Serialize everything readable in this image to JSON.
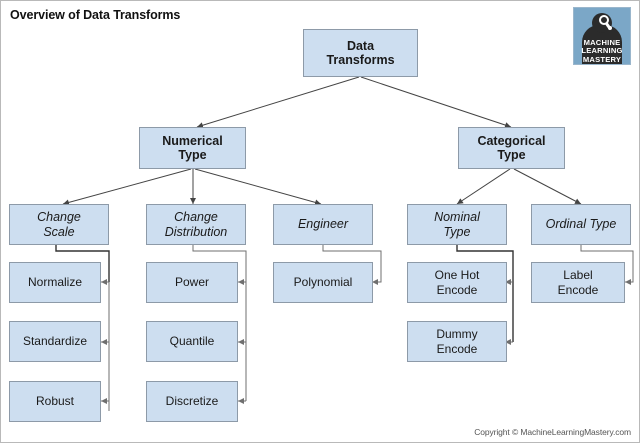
{
  "page": {
    "title": "Overview of Data Transforms",
    "copyright": "Copyright © MachineLearningMastery.com",
    "background": "#ffffff",
    "node_fill": "#cddef0",
    "node_border": "#8d9aa8",
    "connector_color": "#6f6f6f"
  },
  "logo": {
    "name": "machine-learning-mastery-logo",
    "line1": "MACHINE",
    "line2": "LEARNING",
    "line3": "MASTERY",
    "background": "#7ba7c7",
    "silhouette_color": "#2b2b2b",
    "text_color": "#ffffff"
  },
  "diagram": {
    "type": "tree",
    "root": {
      "id": "data-transforms",
      "label": "Data\nTransforms"
    },
    "level2": [
      {
        "id": "numerical-type",
        "label": "Numerical\nType"
      },
      {
        "id": "categorical-type",
        "label": "Categorical\nType"
      }
    ],
    "level3": [
      {
        "id": "change-scale",
        "label": "Change\nScale",
        "parent": "numerical-type"
      },
      {
        "id": "change-distribution",
        "label": "Change\nDistribution",
        "parent": "numerical-type"
      },
      {
        "id": "engineer",
        "label": "Engineer",
        "parent": "numerical-type"
      },
      {
        "id": "nominal-type",
        "label": "Nominal\nType",
        "parent": "categorical-type"
      },
      {
        "id": "ordinal-type",
        "label": "Ordinal Type",
        "parent": "categorical-type"
      }
    ],
    "leaves": [
      {
        "id": "normalize",
        "label": "Normalize",
        "parent": "change-scale"
      },
      {
        "id": "standardize",
        "label": "Standardize",
        "parent": "change-scale"
      },
      {
        "id": "robust",
        "label": "Robust",
        "parent": "change-scale"
      },
      {
        "id": "power",
        "label": "Power",
        "parent": "change-distribution"
      },
      {
        "id": "quantile",
        "label": "Quantile",
        "parent": "change-distribution"
      },
      {
        "id": "discretize",
        "label": "Discretize",
        "parent": "change-distribution"
      },
      {
        "id": "polynomial",
        "label": "Polynomial",
        "parent": "engineer"
      },
      {
        "id": "one-hot-encode",
        "label": "One Hot\nEncode",
        "parent": "nominal-type"
      },
      {
        "id": "dummy-encode",
        "label": "Dummy\nEncode",
        "parent": "nominal-type"
      },
      {
        "id": "label-encode",
        "label": "Label\nEncode",
        "parent": "ordinal-type"
      }
    ]
  }
}
